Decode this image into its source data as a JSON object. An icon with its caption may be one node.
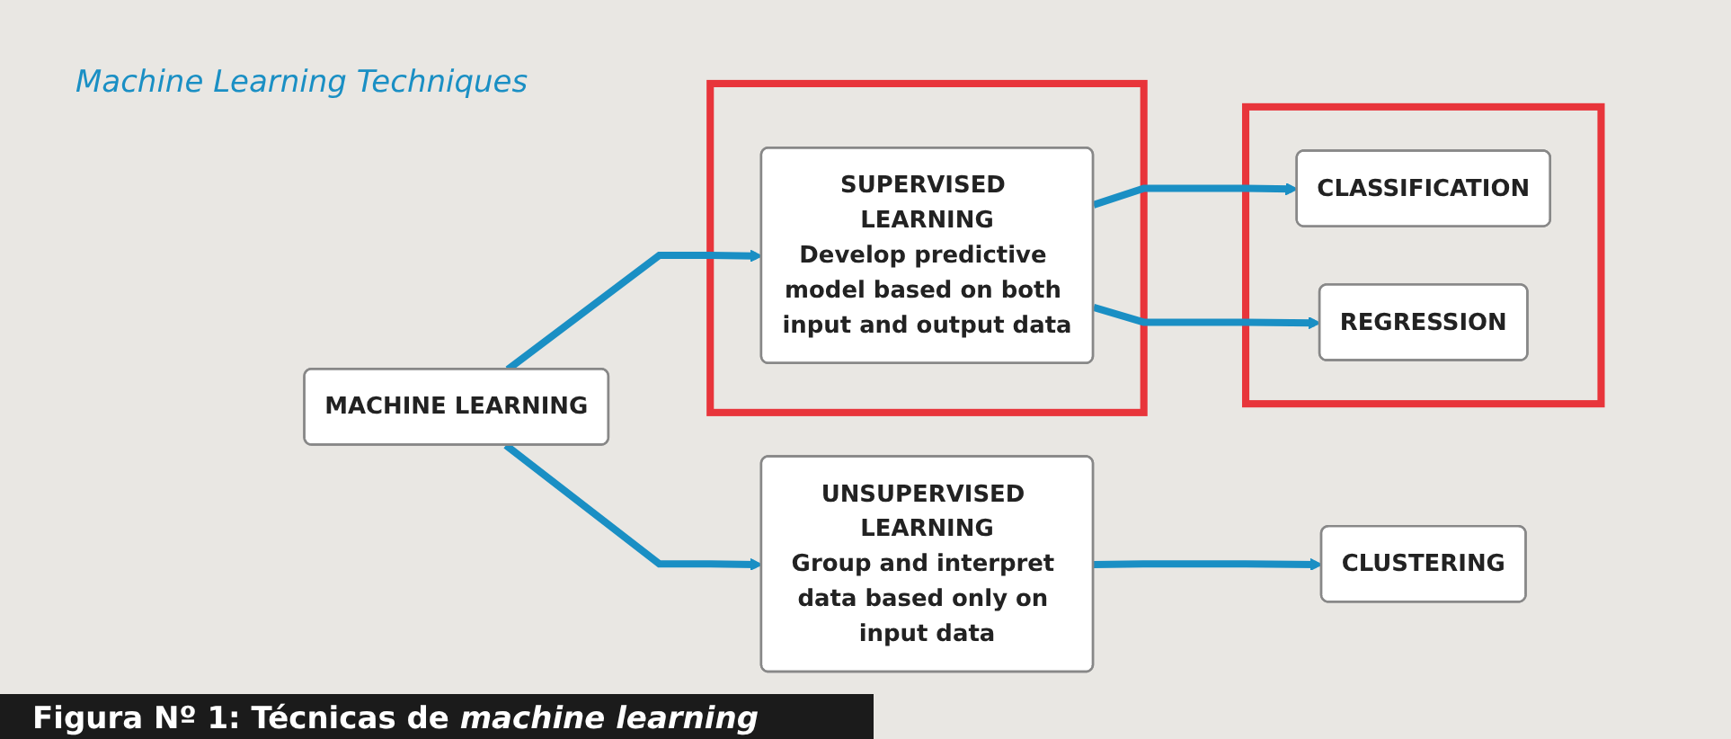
{
  "diagram": {
    "title": "Machine Learning Techniques",
    "caption": "Figura Nº 1: Técnicas de *machine learning*",
    "nodes": [
      {
        "text": [
          "MACHINE LEARNING"
        ]
      },
      {
        "text": [
          "UNSUPERVISED LEARNING",
          "Group and interpret data based only on input data"
        ]
      },
      {
        "text": [],
        "shape": "box"
      },
      {
        "text": [
          "SUPERVISED LEARNING",
          "Develop predictive model based on both input and output data"
        ],
        "in": 2
      },
      {
        "text": [
          "CLUSTERING"
        ]
      },
      {
        "text": [],
        "shape": "box"
      },
      {
        "text": [
          "CLASSIFICATION"
        ],
        "in": 5
      },
      {
        "text": [
          "REGRESSION"
        ],
        "in": 5
      }
    ],
    "edges": [
      {
        "from": 0,
        "to": 1,
        "arrow": "to"
      },
      {
        "from": 0,
        "to": 3,
        "arrow": "to"
      },
      {
        "from": 1,
        "to": 4,
        "arrow": "to"
      },
      {
        "from": 3,
        "to": 6,
        "arrow": "to"
      },
      {
        "from": 3,
        "to": 7,
        "arrow": "to"
      }
    ]
  }
}
